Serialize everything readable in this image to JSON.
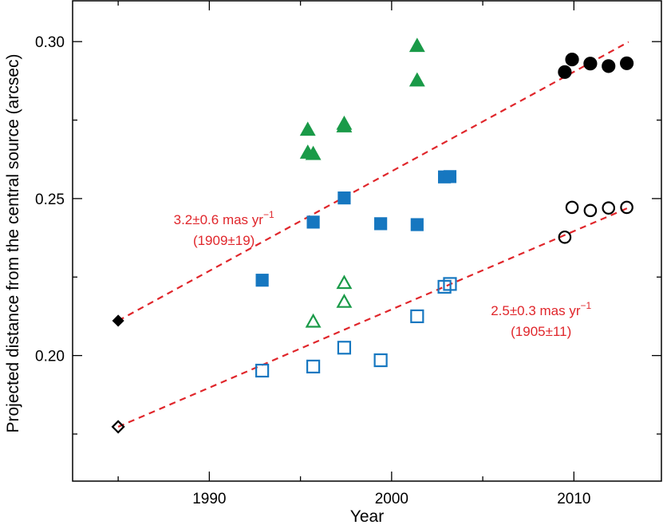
{
  "chart_data": {
    "type": "scatter",
    "xlabel": "Year",
    "ylabel": "Projected distance from the central source (arcsec)",
    "xlim": [
      1982.5,
      2014.8
    ],
    "ylim": [
      0.16,
      0.313
    ],
    "x_ticks": [
      1990,
      2000,
      2010
    ],
    "y_ticks": [
      0.2,
      0.25,
      0.3
    ],
    "x_tick_labels": [
      "1990",
      "2000",
      "2010"
    ],
    "y_tick_labels": [
      "0.20",
      "0.25",
      "0.30"
    ],
    "grid": false,
    "colors": {
      "fit": "#e0262b",
      "triangle": "#1a9a48",
      "square": "#1677c0",
      "circle": "#000000"
    },
    "series": [
      {
        "marker": "filled-circle",
        "color": "#000000",
        "points": [
          [
            2009.5,
            0.2903
          ],
          [
            2009.9,
            0.2943
          ],
          [
            2010.9,
            0.293
          ],
          [
            2011.9,
            0.2922
          ],
          [
            2012.9,
            0.2931
          ]
        ]
      },
      {
        "marker": "filled-triangle",
        "color": "#1a9a48",
        "points": [
          [
            2001.4,
            0.2985
          ],
          [
            2001.4,
            0.2875
          ],
          [
            1995.4,
            0.2718
          ],
          [
            1997.4,
            0.2737
          ],
          [
            1997.4,
            0.2729
          ],
          [
            1995.4,
            0.2645
          ],
          [
            1995.7,
            0.2641
          ]
        ]
      },
      {
        "marker": "filled-square",
        "color": "#1677c0",
        "points": [
          [
            1992.9,
            0.224
          ],
          [
            1995.7,
            0.2425
          ],
          [
            1997.4,
            0.2502
          ],
          [
            1999.4,
            0.242
          ],
          [
            2001.4,
            0.2417
          ],
          [
            2002.9,
            0.2569
          ],
          [
            2003.2,
            0.257
          ]
        ]
      },
      {
        "marker": "open-circle",
        "color": "#000000",
        "points": [
          [
            2009.5,
            0.2377
          ],
          [
            2009.9,
            0.2472
          ],
          [
            2010.9,
            0.2462
          ],
          [
            2011.9,
            0.247
          ],
          [
            2012.9,
            0.2472
          ]
        ]
      },
      {
        "marker": "open-triangle",
        "color": "#1a9a48",
        "points": [
          [
            1995.7,
            0.2107
          ],
          [
            1997.4,
            0.223
          ],
          [
            1997.4,
            0.217
          ]
        ]
      },
      {
        "marker": "open-square",
        "color": "#1677c0",
        "points": [
          [
            1992.9,
            0.1952
          ],
          [
            1995.7,
            0.1965
          ],
          [
            1997.4,
            0.2025
          ],
          [
            1999.4,
            0.1985
          ],
          [
            2001.4,
            0.2125
          ],
          [
            2002.9,
            0.2219
          ],
          [
            2003.2,
            0.2228
          ]
        ]
      },
      {
        "marker": "filled-diamond",
        "color": "#000000",
        "points": [
          [
            1985.0,
            0.2111
          ]
        ]
      },
      {
        "marker": "open-diamond",
        "color": "#000000",
        "points": [
          [
            1985.0,
            0.1773
          ]
        ]
      }
    ],
    "fits": [
      {
        "color": "#e0262b",
        "dash": true,
        "x": [
          1985.0,
          2013.0
        ],
        "y": [
          0.2111,
          0.2999
        ]
      },
      {
        "color": "#e0262b",
        "dash": true,
        "x": [
          1985.0,
          2013.0
        ],
        "y": [
          0.1773,
          0.2471
        ]
      }
    ],
    "annotations": [
      {
        "id": "upper-fit",
        "rate": "3.2±0.6 mas yr",
        "exp": "−1",
        "epoch": "(1909±19)",
        "x": 1990.8,
        "y": 0.2505
      },
      {
        "id": "lower-fit",
        "rate": "2.5±0.3 mas yr",
        "exp": "−1",
        "epoch": "(1905±11)",
        "x": 2008.2,
        "y": 0.2215
      }
    ]
  }
}
